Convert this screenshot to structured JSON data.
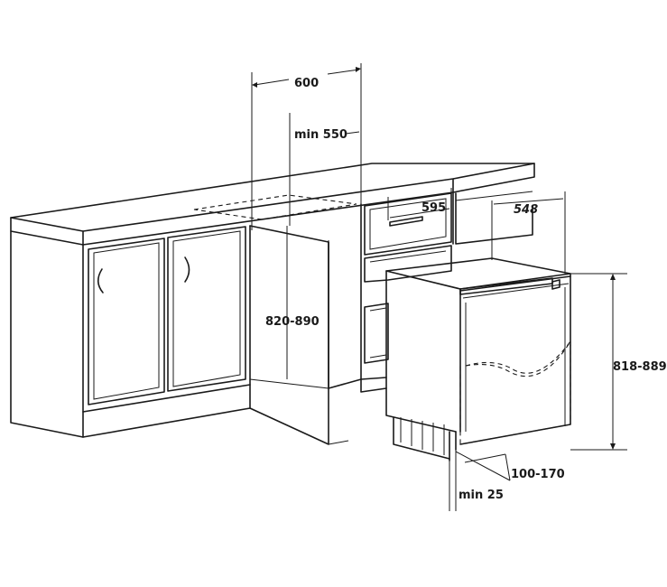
{
  "dimensions": {
    "width_600": "600",
    "min_550": "min 550",
    "width_595": "595",
    "depth_548": "548",
    "niche_height": "820-890",
    "appliance_height": "818-889",
    "plinth": "100-170",
    "min_25": "min 25"
  }
}
